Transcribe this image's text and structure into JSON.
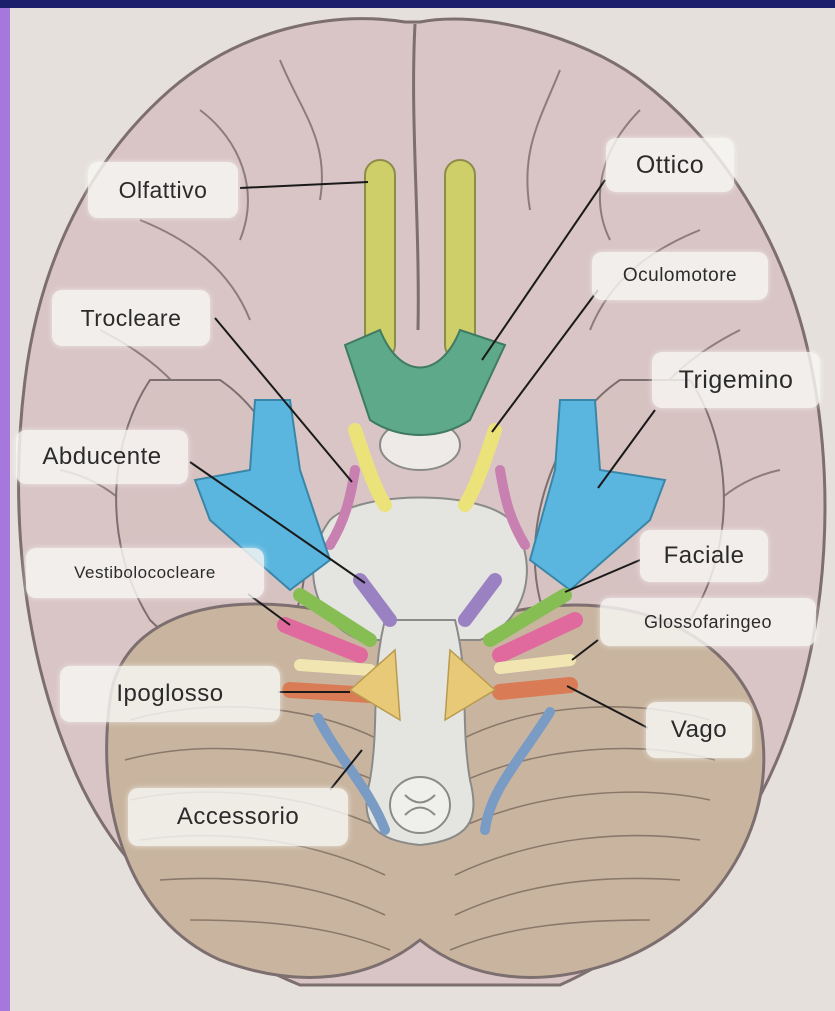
{
  "nerves": [
    {
      "id": "olfattivo",
      "label": "Olfattivo",
      "color": "#cfcf6a"
    },
    {
      "id": "ottico",
      "label": "Ottico",
      "color": "#5ea98a"
    },
    {
      "id": "oculomotore",
      "label": "Oculomotore",
      "color": "#ece27a"
    },
    {
      "id": "trocleare",
      "label": "Trocleare",
      "color": "#c780b0"
    },
    {
      "id": "trigemino",
      "label": "Trigemino",
      "color": "#5bb6df"
    },
    {
      "id": "abducente",
      "label": "Abducente",
      "color": "#9a82c2"
    },
    {
      "id": "faciale",
      "label": "Faciale",
      "color": "#86be54"
    },
    {
      "id": "vestibolococleare",
      "label": "Vestibolococleare",
      "color": "#e06a9e"
    },
    {
      "id": "glossofaringeo",
      "label": "Glossofaringeo",
      "color": "#f1e6b2"
    },
    {
      "id": "vago",
      "label": "Vago",
      "color": "#d97b55"
    },
    {
      "id": "ipoglosso",
      "label": "Ipoglosso",
      "color": "#e8c977"
    },
    {
      "id": "accessorio",
      "label": "Accessorio",
      "color": "#7a9cc4"
    }
  ],
  "colors": {
    "cerebrum": "#d9c5c5",
    "cerebellum": "#c9b59f",
    "brainstem": "#e4e4e0",
    "outline": "#7d6f6f"
  }
}
